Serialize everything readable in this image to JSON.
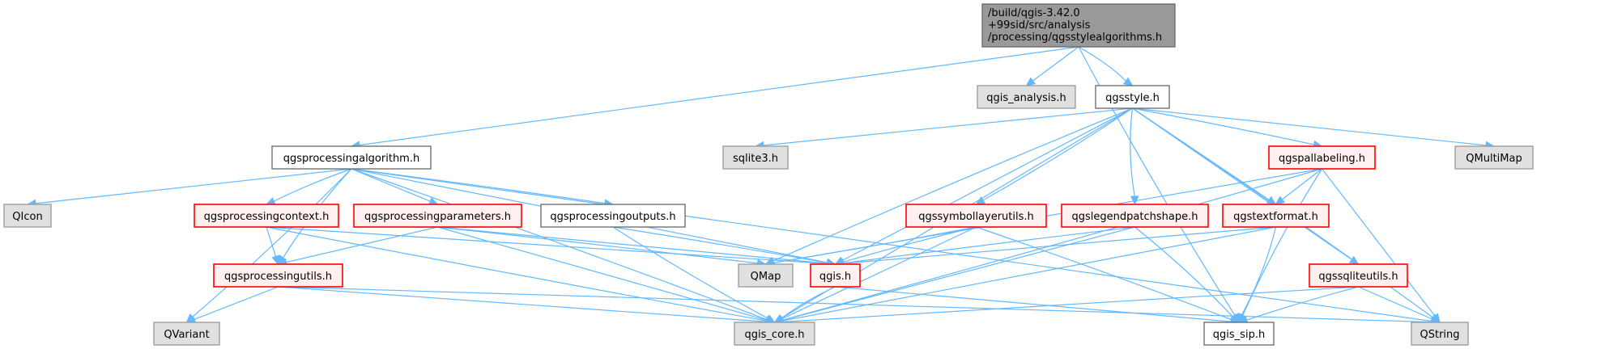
{
  "title": "Include dependency graph for qgsstylealgorithms.h",
  "colors": {
    "edge": "#63b8ff",
    "root_fill": "#999999",
    "external_fill": "#e0e0e0",
    "incomplete_border": "#ff0000",
    "incomplete_fill": "#fff0f0"
  },
  "nodes": [
    {
      "id": "root",
      "kind": "root",
      "lines": [
        "/build/qgis-3.42.0",
        "+99sid/src/analysis",
        "/processing/qgsstylealgorithms.h"
      ]
    },
    {
      "id": "qgis_analysis",
      "kind": "ext",
      "lines": [
        "qgis_analysis.h"
      ]
    },
    {
      "id": "qgsstyle",
      "kind": "plain",
      "lines": [
        "qgsstyle.h"
      ]
    },
    {
      "id": "qgsprocessingalgorithm",
      "kind": "plain",
      "lines": [
        "qgsprocessingalgorithm.h"
      ]
    },
    {
      "id": "sqlite3",
      "kind": "ext",
      "lines": [
        "sqlite3.h"
      ]
    },
    {
      "id": "qgspallabeling",
      "kind": "red",
      "lines": [
        "qgspallabeling.h"
      ]
    },
    {
      "id": "QMultiMap",
      "kind": "ext",
      "lines": [
        "QMultiMap"
      ]
    },
    {
      "id": "QIcon",
      "kind": "ext",
      "lines": [
        "QIcon"
      ]
    },
    {
      "id": "qgsprocessingcontext",
      "kind": "red",
      "lines": [
        "qgsprocessingcontext.h"
      ]
    },
    {
      "id": "qgsprocessingparameters",
      "kind": "red",
      "lines": [
        "qgsprocessingparameters.h"
      ]
    },
    {
      "id": "qgsprocessingoutputs",
      "kind": "plain",
      "lines": [
        "qgsprocessingoutputs.h"
      ]
    },
    {
      "id": "qgssymbollayerutils",
      "kind": "red",
      "lines": [
        "qgssymbollayerutils.h"
      ]
    },
    {
      "id": "qgslegendpatchshape",
      "kind": "red",
      "lines": [
        "qgslegendpatchshape.h"
      ]
    },
    {
      "id": "qgstextformat",
      "kind": "red",
      "lines": [
        "qgstextformat.h"
      ]
    },
    {
      "id": "qgsprocessingutils",
      "kind": "red",
      "lines": [
        "qgsprocessingutils.h"
      ]
    },
    {
      "id": "QMap",
      "kind": "ext",
      "lines": [
        "QMap"
      ]
    },
    {
      "id": "qgis",
      "kind": "red",
      "lines": [
        "qgis.h"
      ]
    },
    {
      "id": "qgssqliteutils",
      "kind": "red",
      "lines": [
        "qgssqliteutils.h"
      ]
    },
    {
      "id": "QVariant",
      "kind": "ext",
      "lines": [
        "QVariant"
      ]
    },
    {
      "id": "qgis_core",
      "kind": "ext",
      "lines": [
        "qgis_core.h"
      ]
    },
    {
      "id": "qgis_sip",
      "kind": "plain",
      "lines": [
        "qgis_sip.h"
      ]
    },
    {
      "id": "QString",
      "kind": "ext",
      "lines": [
        "QString"
      ]
    }
  ],
  "edges": [
    [
      "root",
      "qgsprocessingalgorithm"
    ],
    [
      "root",
      "qgis_analysis"
    ],
    [
      "root",
      "qgsstyle"
    ],
    [
      "root",
      "qgis_sip"
    ],
    [
      "qgsprocessingalgorithm",
      "QIcon"
    ],
    [
      "qgsprocessingalgorithm",
      "QVariant"
    ],
    [
      "qgsprocessingalgorithm",
      "qgsprocessingcontext"
    ],
    [
      "qgsprocessingalgorithm",
      "qgsprocessingparameters"
    ],
    [
      "qgsprocessingalgorithm",
      "qgsprocessingoutputs"
    ],
    [
      "qgsprocessingalgorithm",
      "qgsprocessingutils"
    ],
    [
      "qgsprocessingalgorithm",
      "qgis"
    ],
    [
      "qgsprocessingalgorithm",
      "qgis_core"
    ],
    [
      "qgsprocessingalgorithm",
      "QString"
    ],
    [
      "qgsprocessingcontext",
      "qgsprocessingutils"
    ],
    [
      "qgsprocessingcontext",
      "qgis"
    ],
    [
      "qgsprocessingcontext",
      "qgis_core"
    ],
    [
      "qgsprocessingparameters",
      "qgsprocessingutils"
    ],
    [
      "qgsprocessingparameters",
      "QMap"
    ],
    [
      "qgsprocessingparameters",
      "qgis"
    ],
    [
      "qgsprocessingparameters",
      "qgis_core"
    ],
    [
      "qgsprocessingoutputs",
      "qgis"
    ],
    [
      "qgsprocessingoutputs",
      "qgis_core"
    ],
    [
      "qgsprocessingutils",
      "QVariant"
    ],
    [
      "qgsprocessingutils",
      "qgis_core"
    ],
    [
      "qgsprocessingutils",
      "QString"
    ],
    [
      "qgsstyle",
      "qgis_core"
    ],
    [
      "qgsstyle",
      "sqlite3"
    ],
    [
      "qgsstyle",
      "QMap"
    ],
    [
      "qgsstyle",
      "qgis"
    ],
    [
      "qgsstyle",
      "qgssymbollayerutils"
    ],
    [
      "qgsstyle",
      "qgslegendpatchshape"
    ],
    [
      "qgsstyle",
      "qgstextformat"
    ],
    [
      "qgsstyle",
      "qgspallabeling"
    ],
    [
      "qgsstyle",
      "QMultiMap"
    ],
    [
      "qgsstyle",
      "qgssqliteutils"
    ],
    [
      "qgsstyle",
      "QString"
    ],
    [
      "qgspallabeling",
      "QMap"
    ],
    [
      "qgspallabeling",
      "qgstextformat"
    ],
    [
      "qgspallabeling",
      "qgis_core"
    ],
    [
      "qgspallabeling",
      "qgis_sip"
    ],
    [
      "qgspallabeling",
      "QString"
    ],
    [
      "qgssymbollayerutils",
      "QMap"
    ],
    [
      "qgssymbollayerutils",
      "qgis"
    ],
    [
      "qgssymbollayerutils",
      "qgis_core"
    ],
    [
      "qgssymbollayerutils",
      "qgis_sip"
    ],
    [
      "qgslegendpatchshape",
      "qgis"
    ],
    [
      "qgslegendpatchshape",
      "qgis_core"
    ],
    [
      "qgslegendpatchshape",
      "qgis_sip"
    ],
    [
      "qgstextformat",
      "qgis"
    ],
    [
      "qgstextformat",
      "qgis_core"
    ],
    [
      "qgstextformat",
      "qgis_sip"
    ],
    [
      "qgis",
      "qgis_core"
    ],
    [
      "qgis",
      "qgis_sip"
    ],
    [
      "qgssqliteutils",
      "qgis_core"
    ],
    [
      "qgssqliteutils",
      "qgis_sip"
    ],
    [
      "qgssqliteutils",
      "QString"
    ]
  ]
}
